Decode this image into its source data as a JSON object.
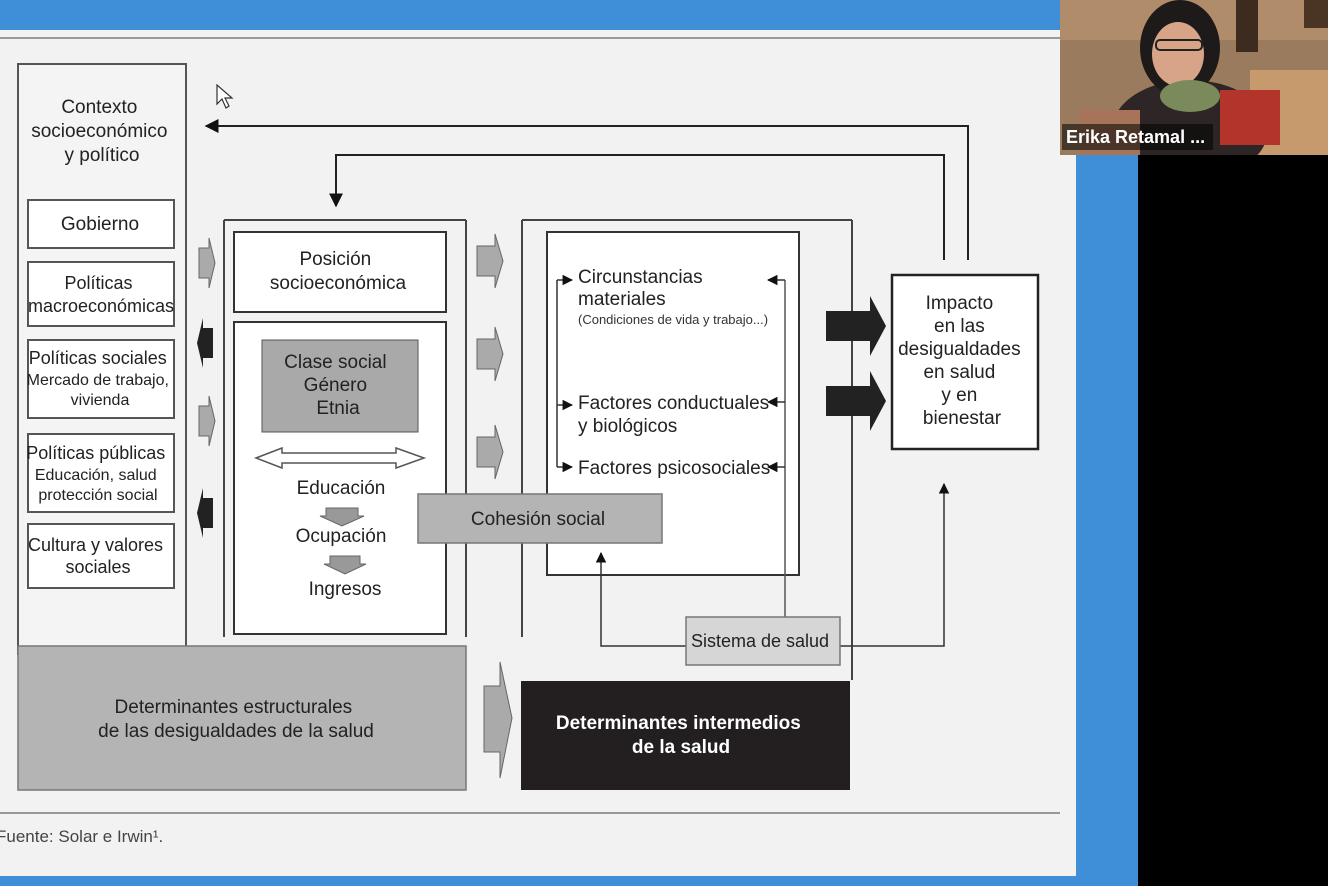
{
  "participant": {
    "name": "Erika Retamal ..."
  },
  "diagram": {
    "contexto_title": [
      "Contexto",
      "socioeconómico",
      "y político"
    ],
    "contexto_items": [
      {
        "lines": [
          "Gobierno"
        ]
      },
      {
        "lines": [
          "Políticas",
          "macroeconómicas"
        ]
      },
      {
        "lines": [
          "Políticas sociales",
          "Mercado de trabajo,",
          "vivienda"
        ]
      },
      {
        "lines": [
          "Políticas públicas",
          "Educación, salud",
          "protección social"
        ]
      },
      {
        "lines": [
          "Cultura y valores",
          "sociales"
        ]
      }
    ],
    "posicion": [
      "Posición",
      "socioeconómica"
    ],
    "clase": [
      "Clase social",
      "Género",
      "Etnia"
    ],
    "educacion": "Educación",
    "ocupacion": "Ocupación",
    "ingresos": "Ingresos",
    "cohesion": "Cohesión social",
    "circunstancias": [
      "Circunstancias",
      "materiales"
    ],
    "condiciones": "(Condiciones de vida y trabajo...)",
    "factores_conductuales": [
      "Factores conductuales",
      "y biológicos"
    ],
    "factores_psicosociales": "Factores  psicosociales",
    "impacto": [
      "Impacto",
      "en las",
      "desigualdades",
      "en salud",
      "y en",
      "bienestar"
    ],
    "sistema_salud": "Sistema de salud",
    "estructurales": [
      "Determinantes estructurales",
      "de las desigualdades de la salud"
    ],
    "intermedios": [
      "Determinantes intermedios",
      "de la salud"
    ],
    "fuente": "Fuente: Solar e Irwin¹."
  }
}
